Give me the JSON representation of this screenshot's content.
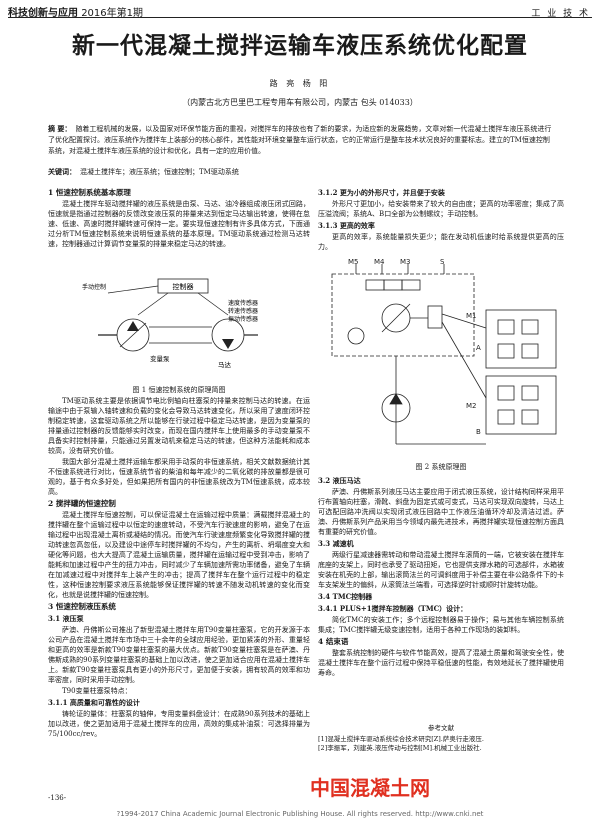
{
  "header": {
    "journal": "科技创新与应用",
    "issue": "2016年第1期",
    "section": "工 业 技 术"
  },
  "title": "新一代混凝土搅拌运输车液压系统优化配置",
  "authors": "路 亮  杨 阳",
  "affiliation": "（内蒙古北方巴里巴工程专用车有限公司，内蒙古 包头 014033）",
  "abstract": {
    "label": "摘 要：",
    "text": "随着工程机械的发展，以及国家对环保节能方面的重视，对搅拌车的排放也有了新的要求，为适应新的发展趋势，文章对新一代混凝土搅拌车液压系统进行了优化配置探讨。液压系统作为搅拌车上装部分的核心部件，其性能对环境变量整车运行状态，它的正常运行是整车技术状况良好的重要标志。建立的TM恒速控制系统，对混凝土搅拌车液压系统的设计和优化，具有一定的应用价值。"
  },
  "keywords": {
    "label": "关键词：",
    "text": "混凝土搅拌车；液压系统；恒速控制；TM驱动系统"
  },
  "left": {
    "s1_title": "1 恒速控制系统基本原理",
    "s1_p1": "混凝土搅拌车驱动搅拌罐的液压系统是由泵、马达、油冷器组成液压闭式回路，恒速就是指通过控制器的反馈改变液压泵的排量来达到恒定马达输出转速，使得在怠速、低速、高速时搅拌罐转速可保持一定。要实现恒速控制有许多具体方式，下面通过分析TM恒速控制系统来说明恒速系统的基本原理。TM驱动系统通过检测马达转速，控制器通过计算调节变量泵的排量来稳定马达的转速。",
    "s1_p2": "TM驱动系统主要是依据调节电比例轴向柱塞泵的排量来控制马达的转速。在运输途中由于泵输入轴转速和负载的变化会导致马达转速变化，所以采用了速度闭环控制稳定转速，这套驱动系统之所以能够在行驶过程中稳定马达转速，是因为变量泵的排量通过控制器的反馈能够实时改变，而现在国内搅拌车上使用最多的手动变量泵不具备实时控制排量，只能通过另置发动机来稳定马达的转速，但这种方法能耗和成本较高，没有研究价值。",
    "s1_p3": "我国大部分混凝土搅拌运输车都采用手动泵的非恒速系统，相关文献数据统计其不恒速系统进行对比，恒速系统节省的柴油和每年减少的二氧化碳的排放量都是很可观的，基于有众多好处，但如果把所有国内的非恒速系统改为TM恒速系统，成本较高。",
    "s2_title": "2 搅拌罐的恒速控制",
    "s2_p1": "混凝土搅拌车恒速控制，可以保证混凝土在运输过程中质量：满载搅拌混凝土的搅拌罐在整个运输过程中以恒定的速度转动，不受汽车行驶速度的影响，避免了在运输过程中出现混凝土离析或凝结的情况。而使汽车行驶速度频繁变化导致搅拌罐的搅动转速忽高忽低，以及建设中途停车时搅拌罐的不均匀，产生的离析、坍塌度变大和硬化等问题，也大大提高了混凝土运输质量，搅拌罐在运输过程中受到冲击，影响了能耗和加速过程中产生的扭力冲击，同时减少了车辆加速所需功率储备，避免了车辆在加减速过程中对搅拌车上装产生的冲击；提高了搅拌车在整个运行过程中的稳定性，这种恒速控制要求液压系统能够保证搅拌罐的转速不随发动机转速的变化而变化，也就是说搅拌罐的恒速控制。",
    "s3_title": "3 恒速控制液压系统",
    "s31_title": "3.1 液压泵",
    "s31_p1": "萨澳、丹佛斯公司推出了新型混凝土搅拌车用T90变量柱塞泵，它的开发源于本公司产品在混凝土搅拌车市场中三十余年的全球应用经验，更加紧凑的外形、重量轻和更高的效率是新款T90变量柱塞泵的最大优点。新款T90变量柱塞泵是在萨澳、丹佛斯成熟的90系列变量柱塞泵的基础上加以改进，使之更加适合应用在混凝土搅拌车上。新款T90变量柱塞泵具有更小的外形尺寸，更加便于安装，拥有较高的效率和功率密度，同时采用手动控制。",
    "s31_p2": "T90变量柱塞泵特点：",
    "s311_title": "3.1.1 高质量和可靠性的设计",
    "s311_p1": "铸轮证的量体：柱塞泵的轴伸，专用变量斜盘设计：在成熟90系列技术的基础上加以改进，使之更加适用于混凝土搅拌车的应用，高效的集成补油泵：可选择排量为75/100cc/rev。"
  },
  "fig1": {
    "label_controller": "控制器",
    "label_speed_sensor": "速度传感器",
    "label_other_sensor": "转速传感器",
    "label_sensor2": "振动传感器",
    "label_var_pump": "变量泵",
    "label_motor": "马达",
    "label_input": "手动控制",
    "caption": "图 1  恒速控制系统的原理简图"
  },
  "right_top": {
    "s312_title": "3.1.2 更为小的外形尺寸，并且便于安装",
    "s312_p1": "外形尺寸更加小，给安装带来了较大的自由度；更高的功率密度；集成了高压溢流阀；系统A、B口全部为公制螺纹；手动控制。",
    "s313_title": "3.1.3 更高的效率",
    "s313_p1": "更高的效率，系统能量损失更少；能在发动机低速时给系统提供更高的压力。"
  },
  "fig2": {
    "label_m5": "M5",
    "label_m4": "M4",
    "label_m3": "M3",
    "label_s": "S",
    "label_m1": "M1",
    "label_m2": "M2",
    "label_a": "A",
    "label_b": "B",
    "caption": "图 2  系统原理图"
  },
  "right_bot": {
    "s32_title": "3.2 液压马达",
    "s32_p1": "萨澳、丹佛斯系列液压马达主要应用于闭式液压系统，设计结构同样采用平行布置轴向柱塞，滑靴、斜盘为固定式或可变式，马达可实现双向旋转，马达上可选配回路冲洗阀以实现闭式液压回路中工作液压油循环冷却及清洁过滤。萨澳、丹佛斯系列产品采用当今领域内最先进技术，再搅拌罐实现恒速控制方面具有重要的研究价值。",
    "s33_title": "3.3 减速机",
    "s33_p1": "两级行星减速器需转动和带动混凝土搅拌车滚筒的一端，它被安装在搅拌车底座的支架上，同时也承受了驱动扭矩，它也提供支撑水箱的可选部件，水箱被安装在机壳的上部，输出滚筒法兰的可调斜度用于补偿主要在非公路条件下的卡车支架发生的偏斜，从滚筒法兰端看，可选择逆时针或顺时针旋转功能。",
    "s34_title": "3.4 TMC控制器",
    "s341_title": "3.4.1 PLUS+1搅拌车控制器（TMC）设计：",
    "s341_items": "简化TMC的安装工作；多个远程控制器易于操作；易与其他车辆控制系统集成；TMC搅拌罐无级变速控制，适用于各种工作现场的装卸料。",
    "s4_title": "4 结束语",
    "s4_p1": "整套系统控制的硬件与软件节能高效，提高了混凝土质量和驾驶安全性，使混凝土搅拌车在整个运行过程中保持平稳低速的性能，有效地延长了搅拌罐使用寿命。"
  },
  "refs": {
    "heading": "参考文献",
    "r1": "[1]混凝土搅拌车驱动系统综合技术研究[Z].萨奥行走液压.",
    "r2": "[2]李振军，刘建英.液压传动与控制[M].机械工业出版社."
  },
  "page_number": "-136-",
  "footer": "?1994-2017 China Academic Journal Electronic Publishing House. All rights reserved.    http://www.cnki.net",
  "watermark": "中国混凝土网",
  "watermark_url": "www.cnki.net"
}
